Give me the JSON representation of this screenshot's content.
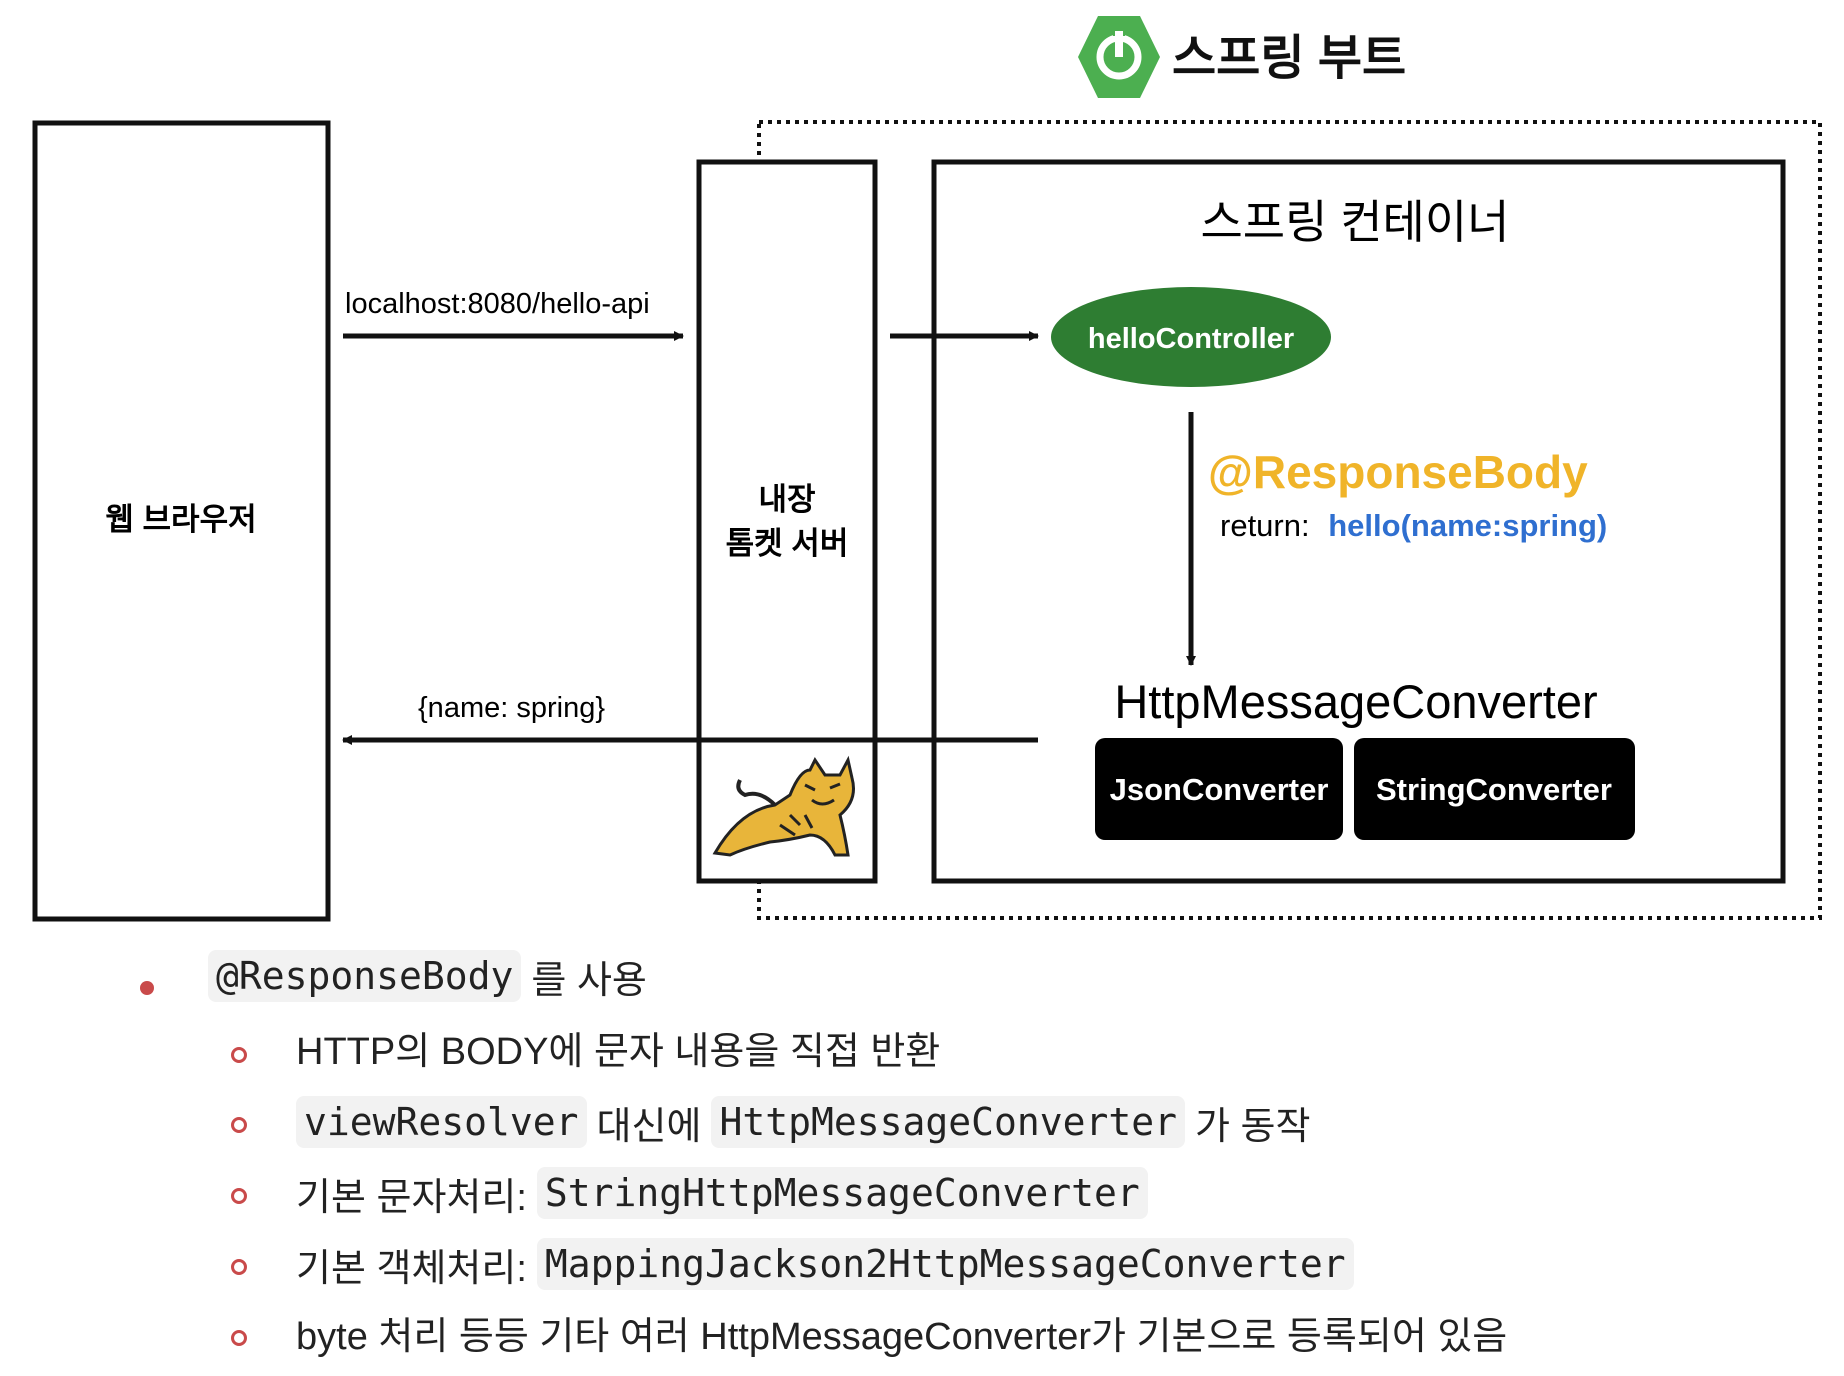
{
  "header": {
    "logo": "spring-power-icon",
    "title": "스프링 부트"
  },
  "diagram": {
    "browser_label": "웹 브라우저",
    "request_label": "localhost:8080/hello-api",
    "server_label_line1": "내장",
    "server_label_line2": "톰켓 서버",
    "container_title": "스프링 컨테이너",
    "controller_label": "helloController",
    "annotation_label": "@ResponseBody",
    "return_prefix": "return:",
    "return_value": "hello(name:spring)",
    "converter_title": "HttpMessageConverter",
    "json_converter": "JsonConverter",
    "string_converter": "StringConverter",
    "response_label": "{name: spring}",
    "tomcat_icon": "tomcat-cat-icon",
    "colors": {
      "spring_green": "#2e7d32",
      "annotation_orange": "#f0b429",
      "return_blue": "#2f6fd0",
      "bullet_red": "#c94a4a"
    }
  },
  "notes": {
    "main": {
      "code": "@ResponseBody",
      "text": "를 사용"
    },
    "sub": [
      {
        "text": "HTTP의 BODY에 문자 내용을 직접 반환"
      },
      {
        "code1": "viewResolver",
        "mid": "대신에",
        "code2": "HttpMessageConverter",
        "tail": "가 동작"
      },
      {
        "text": "기본 문자처리:",
        "code": "StringHttpMessageConverter"
      },
      {
        "text": "기본 객체처리:",
        "code": "MappingJackson2HttpMessageConverter"
      },
      {
        "text": "byte 처리 등등 기타 여러 HttpMessageConverter가 기본으로 등록되어 있음"
      }
    ]
  }
}
